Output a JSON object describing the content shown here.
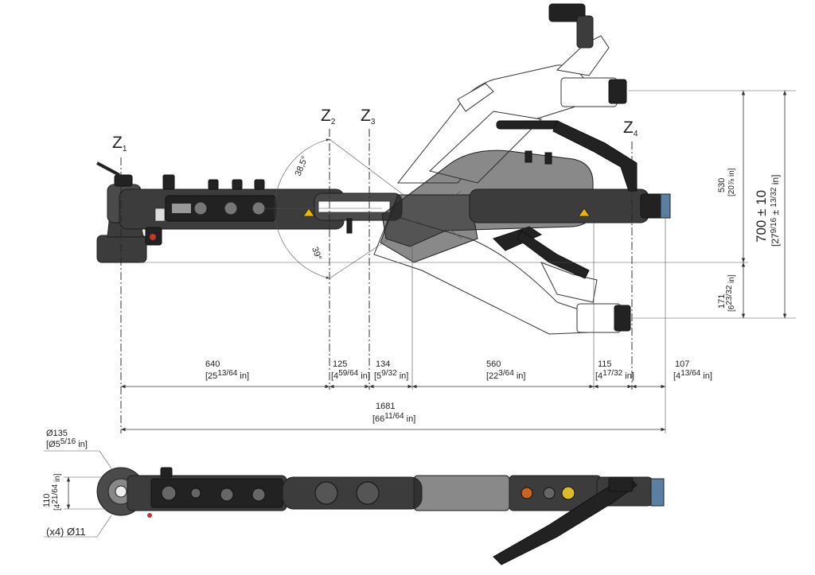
{
  "axes": {
    "z1": {
      "letter": "Z",
      "sub": "1"
    },
    "z2": {
      "letter": "Z",
      "sub": "2"
    },
    "z3": {
      "letter": "Z",
      "sub": "3"
    },
    "z4": {
      "letter": "Z",
      "sub": "4"
    }
  },
  "angles": {
    "upper": "38,5°",
    "lower": "39°"
  },
  "horizontal_dims": [
    {
      "mm": "640",
      "inch": "[25",
      "frac": "13/64",
      "unit": " in]"
    },
    {
      "mm": "125",
      "inch": "[4",
      "frac": "59/64",
      "unit": " in]"
    },
    {
      "mm": "134",
      "inch": "[5",
      "frac": "9/32",
      "unit": " in]"
    },
    {
      "mm": "560",
      "inch": "[22",
      "frac": "3/64",
      "unit": " in]"
    },
    {
      "mm": "115",
      "inch": "[4",
      "frac": "17/32",
      "unit": " in]"
    },
    {
      "mm": "107",
      "inch": "[4",
      "frac": "13/64",
      "unit": " in]"
    }
  ],
  "overall_dim": {
    "mm": "1681",
    "inch": "[66",
    "frac": "11/64",
    "unit": " in]"
  },
  "vertical_dims": {
    "d530": {
      "mm": "530",
      "inch": "[20⅞ in]"
    },
    "d171": {
      "mm": "171",
      "inch": "[6",
      "frac": "23/32",
      "unit": " in]"
    },
    "d700": {
      "mm": "700 ± 10",
      "inch": "[27",
      "frac1": "9/16",
      "mid": " ± ",
      "frac2": "13/32",
      "unit": " in]"
    }
  },
  "bottom_view": {
    "diameter": {
      "mm": "Ø135",
      "inch": "[Ø5",
      "frac": "5/16",
      "unit": " in]"
    },
    "height": {
      "mm": "110",
      "inch": "[4",
      "frac": "21/64",
      "unit": " in]"
    },
    "holes": "(x4)  Ø11"
  }
}
